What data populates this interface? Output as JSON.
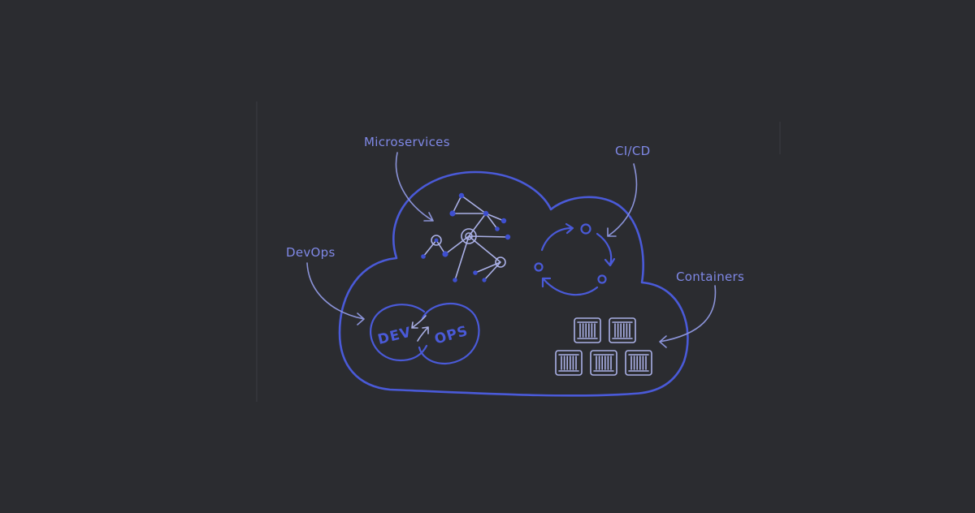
{
  "colors": {
    "background": "#2b2c30",
    "cloud": "#4a5ad8",
    "label": "#7f88e6",
    "arrow": "#8b93d8",
    "line": "#aab0e6",
    "dot": "#3e4fd0"
  },
  "labels": {
    "microservices": "Microservices",
    "cicd": "CI/CD",
    "devops": "DevOps",
    "containers": "Containers",
    "dev": "DEV",
    "ops": "OPS"
  }
}
